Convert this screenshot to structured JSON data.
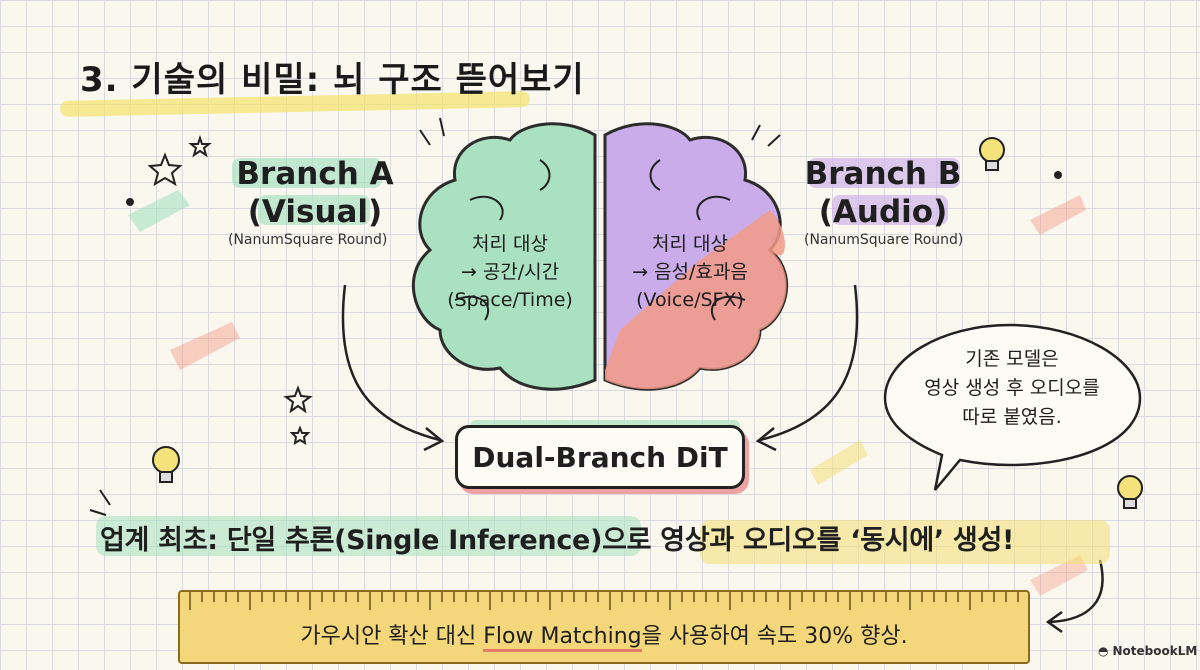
{
  "title": "3. 기술의 비밀: 뇌 구조 뜯어보기",
  "branch_a": {
    "line1": "Branch A",
    "line2": "(Visual)",
    "font_note": "(NanumSquare Round)"
  },
  "branch_b": {
    "line1": "Branch B",
    "line2": "(Audio)",
    "font_note": "(NanumSquare Round)"
  },
  "brain_left": {
    "line1": "처리 대상",
    "line2": "→ 공간/시간",
    "line3": "(Space/Time)"
  },
  "brain_right": {
    "line1": "처리 대상",
    "line2": "→ 음성/효과음",
    "line3": "(Voice/SFX)"
  },
  "center_box": "Dual-Branch DiT",
  "speech_bubble": {
    "line1": "기존 모델은",
    "line2": "영상 생성 후 오디오를",
    "line3": "따로 붙였음."
  },
  "headline": {
    "part1": "업계 최초: 단일 추론(Single Inference)으로 ",
    "part2": "영상과 오디오를 ‘동시에’ 생성!"
  },
  "ruler": {
    "part1": "가우시안 확산 대신 ",
    "part2": "Flow Matching",
    "part3": "을 사용하여 속도 30% 향상."
  },
  "watermark": "NotebookLM",
  "colors": {
    "green": "#a6e1bf",
    "purple": "#c9a9ea",
    "coral": "#f29a86",
    "yellow": "#f4e07a",
    "ruler": "#f3d77a"
  }
}
